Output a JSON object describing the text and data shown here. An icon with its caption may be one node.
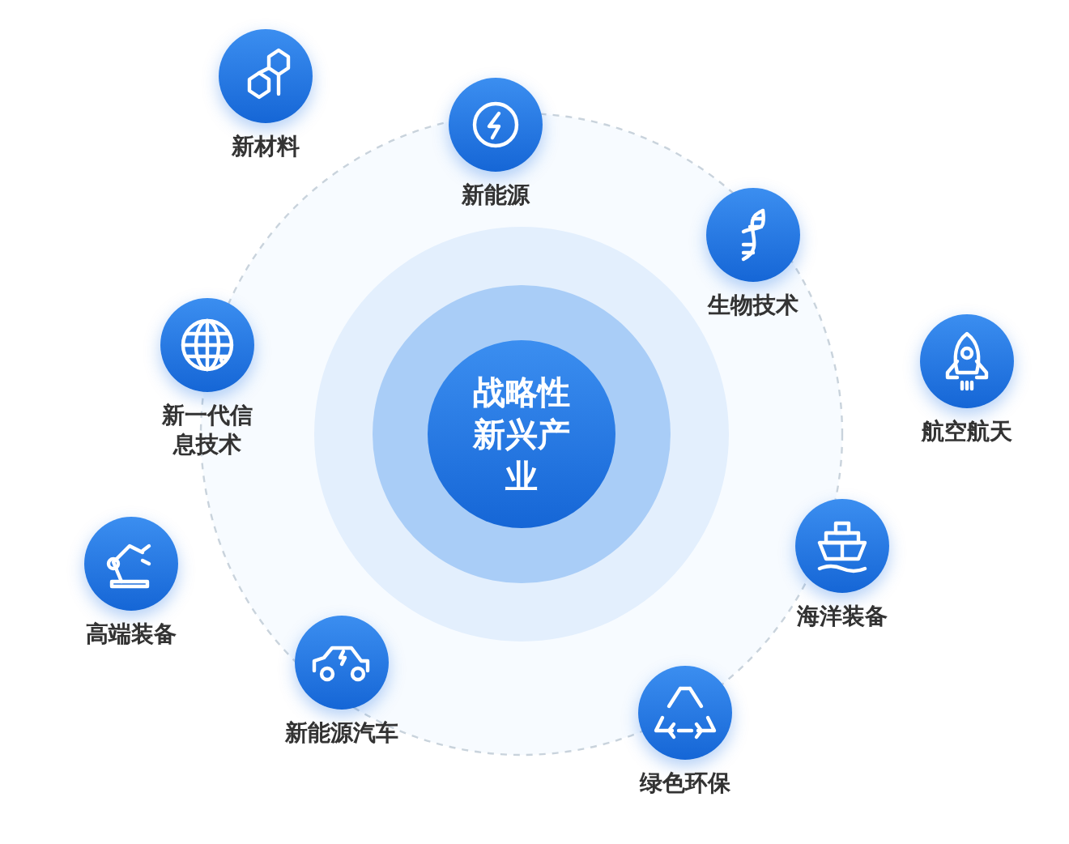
{
  "diagram": {
    "nodes": [
      {
        "text": [
          "战略性新兴产业"
        ]
      },
      {
        "text": [
          "新材料"
        ]
      },
      {
        "text": [
          "新能源"
        ]
      },
      {
        "text": [
          "生物技术"
        ]
      },
      {
        "text": [
          "新一代信息技术"
        ]
      },
      {
        "text": [
          "航空航天"
        ]
      },
      {
        "text": [
          "高端装备"
        ]
      },
      {
        "text": [
          "海洋装备"
        ]
      },
      {
        "text": [
          "新能源汽车"
        ]
      },
      {
        "text": [
          "绿色环保"
        ]
      }
    ],
    "edges": []
  }
}
